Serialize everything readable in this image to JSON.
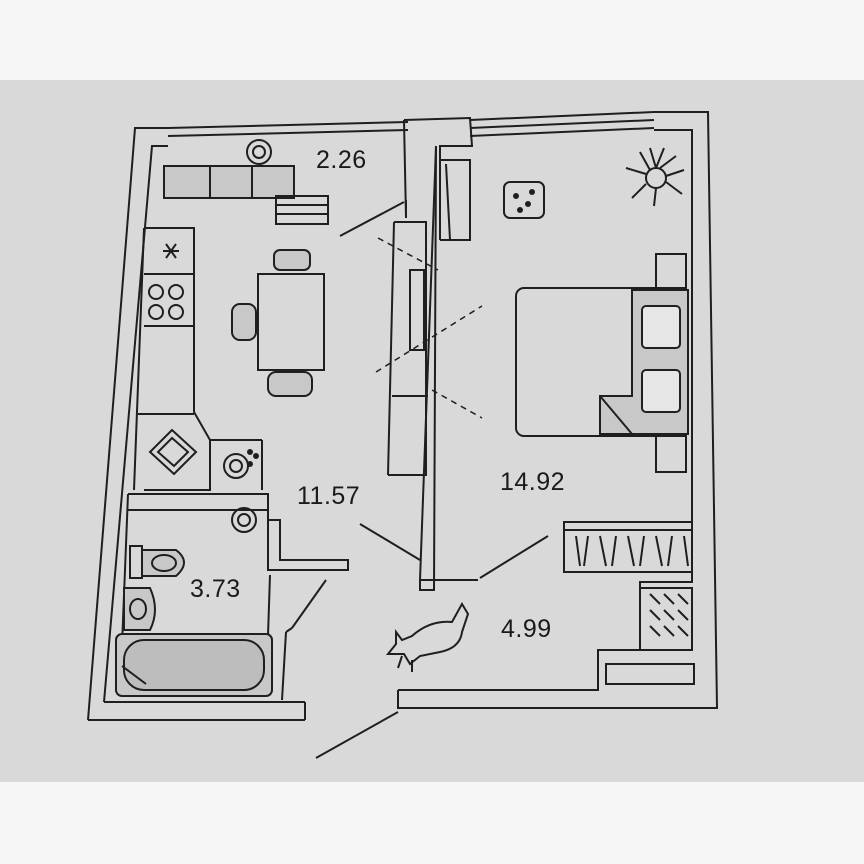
{
  "rooms": {
    "balcony": {
      "area": "2.26"
    },
    "kitchen_living": {
      "area": "11.57"
    },
    "bedroom": {
      "area": "14.92"
    },
    "bathroom": {
      "area": "3.73"
    },
    "hallway": {
      "area": "4.99"
    }
  },
  "colors": {
    "paper": "#d9d9d9",
    "wall": "#1f1f1f",
    "furniture_fill": "#c8c8c8"
  },
  "icons": [
    "fridge-icon",
    "stove-icon",
    "sink-icon",
    "washer-icon",
    "toilet-icon",
    "bathtub-icon",
    "plant-icon",
    "cat-icon",
    "bed-icon",
    "dining-table-icon",
    "sofa-icon",
    "robot-vacuum-icon"
  ]
}
